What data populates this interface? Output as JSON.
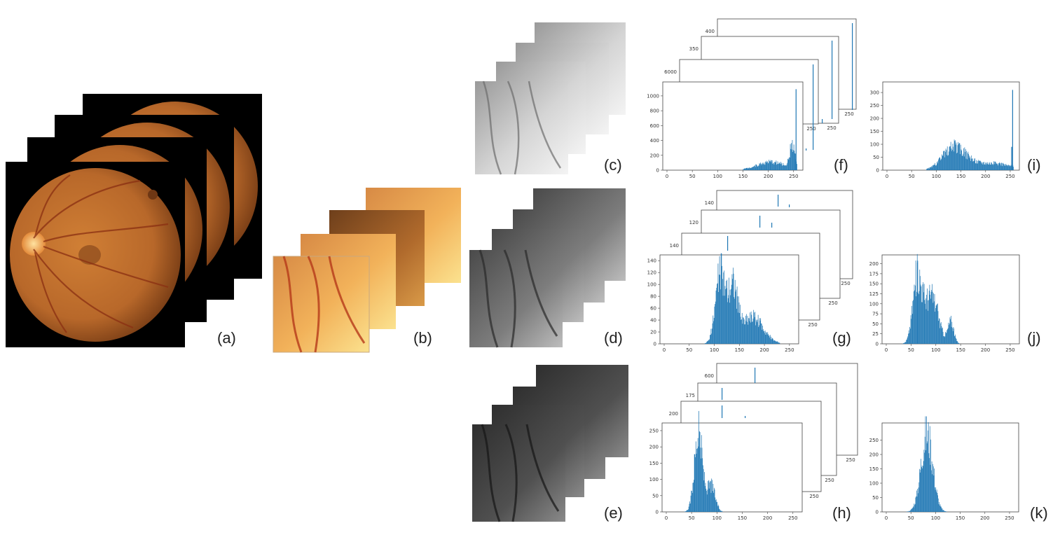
{
  "panel_labels": {
    "a": "(a)",
    "b": "(b)",
    "c": "(c)",
    "d": "(d)",
    "e": "(e)",
    "f": "(f)",
    "g": "(g)",
    "h": "(h)",
    "i": "(i)",
    "j": "(j)",
    "k": "(k)"
  },
  "colors": {
    "bar": "#1f77b4",
    "fundus_bg": "#000000",
    "fundus_center": "#c9782e",
    "fundus_edge": "#8a4a1c"
  },
  "chart_data": [
    {
      "id": "f",
      "type": "bar",
      "x_ticks": [
        "0",
        "50",
        "100",
        "150",
        "200",
        "250"
      ],
      "y_ticks": [
        "0",
        "200",
        "400",
        "600",
        "800",
        "1000"
      ],
      "xlim": [
        0,
        260
      ],
      "ylim": [
        0,
        1150
      ],
      "back_y_ticks": [
        "6000",
        "400",
        "350",
        "6000"
      ],
      "back_x_ticks": [
        "250",
        "250",
        "250"
      ],
      "peaks": [
        {
          "mu": 205,
          "sigma": 28,
          "amp": 110
        },
        {
          "mu": 247,
          "sigma": 5,
          "amp": 320
        }
      ],
      "spikes": [
        {
          "x": 254,
          "h": 1090
        }
      ],
      "range": [
        150,
        256
      ]
    },
    {
      "id": "g",
      "type": "bar",
      "x_ticks": [
        "0",
        "50",
        "100",
        "150",
        "200",
        "250"
      ],
      "y_ticks": [
        "0",
        "20",
        "40",
        "60",
        "80",
        "100",
        "120",
        "140"
      ],
      "xlim": [
        0,
        260
      ],
      "ylim": [
        0,
        145
      ],
      "back_y_ticks": [
        "250",
        "120",
        "140",
        "120",
        "140"
      ],
      "back_x_ticks": [
        "250",
        "250",
        "250"
      ],
      "peaks": [
        {
          "mu": 112,
          "sigma": 10,
          "amp": 120
        },
        {
          "mu": 137,
          "sigma": 9,
          "amp": 90
        },
        {
          "mu": 175,
          "sigma": 22,
          "amp": 45
        }
      ],
      "spikes": [],
      "range": [
        80,
        230
      ]
    },
    {
      "id": "h",
      "type": "bar",
      "x_ticks": [
        "0",
        "50",
        "100",
        "150",
        "200",
        "250"
      ],
      "y_ticks": [
        "0",
        "50",
        "100",
        "150",
        "200",
        "250"
      ],
      "xlim": [
        0,
        260
      ],
      "ylim": [
        0,
        265
      ],
      "back_y_ticks": [
        "200",
        "600",
        "175",
        "200"
      ],
      "back_x_ticks": [
        "250",
        "250",
        "250"
      ],
      "peaks": [
        {
          "mu": 63,
          "sigma": 8,
          "amp": 240
        },
        {
          "mu": 88,
          "sigma": 8,
          "amp": 80
        }
      ],
      "spikes": [],
      "range": [
        35,
        110
      ]
    },
    {
      "id": "i",
      "type": "bar",
      "x_ticks": [
        "0",
        "50",
        "100",
        "150",
        "200",
        "250"
      ],
      "y_ticks": [
        "0",
        "50",
        "100",
        "150",
        "200",
        "250",
        "300"
      ],
      "xlim": [
        0,
        260
      ],
      "ylim": [
        0,
        330
      ],
      "back_y_ticks": [],
      "back_x_ticks": [],
      "peaks": [
        {
          "mu": 135,
          "sigma": 22,
          "amp": 80
        },
        {
          "mu": 200,
          "sigma": 50,
          "amp": 28
        }
      ],
      "spikes": [
        {
          "x": 254,
          "h": 310
        },
        {
          "x": 252,
          "h": 90
        }
      ],
      "range": [
        80,
        256
      ]
    },
    {
      "id": "j",
      "type": "bar",
      "x_ticks": [
        "0",
        "50",
        "100",
        "150",
        "200",
        "250"
      ],
      "y_ticks": [
        "0",
        "25",
        "50",
        "75",
        "100",
        "125",
        "150",
        "175",
        "200"
      ],
      "xlim": [
        0,
        260
      ],
      "ylim": [
        0,
        215
      ],
      "back_y_ticks": [],
      "back_x_ticks": [],
      "peaks": [
        {
          "mu": 62,
          "sigma": 9,
          "amp": 160
        },
        {
          "mu": 90,
          "sigma": 14,
          "amp": 120
        },
        {
          "mu": 130,
          "sigma": 6,
          "amp": 55
        }
      ],
      "spikes": [
        {
          "x": 62,
          "h": 203
        }
      ],
      "range": [
        30,
        155
      ]
    },
    {
      "id": "k",
      "type": "bar",
      "x_ticks": [
        "0",
        "50",
        "100",
        "150",
        "200",
        "250"
      ],
      "y_ticks": [
        "0",
        "50",
        "100",
        "150",
        "200",
        "250"
      ],
      "xlim": [
        0,
        260
      ],
      "ylim": [
        0,
        300
      ],
      "back_y_ticks": [],
      "back_x_ticks": [],
      "peaks": [
        {
          "mu": 82,
          "sigma": 12,
          "amp": 270
        }
      ],
      "spikes": [],
      "range": [
        40,
        130
      ]
    }
  ]
}
